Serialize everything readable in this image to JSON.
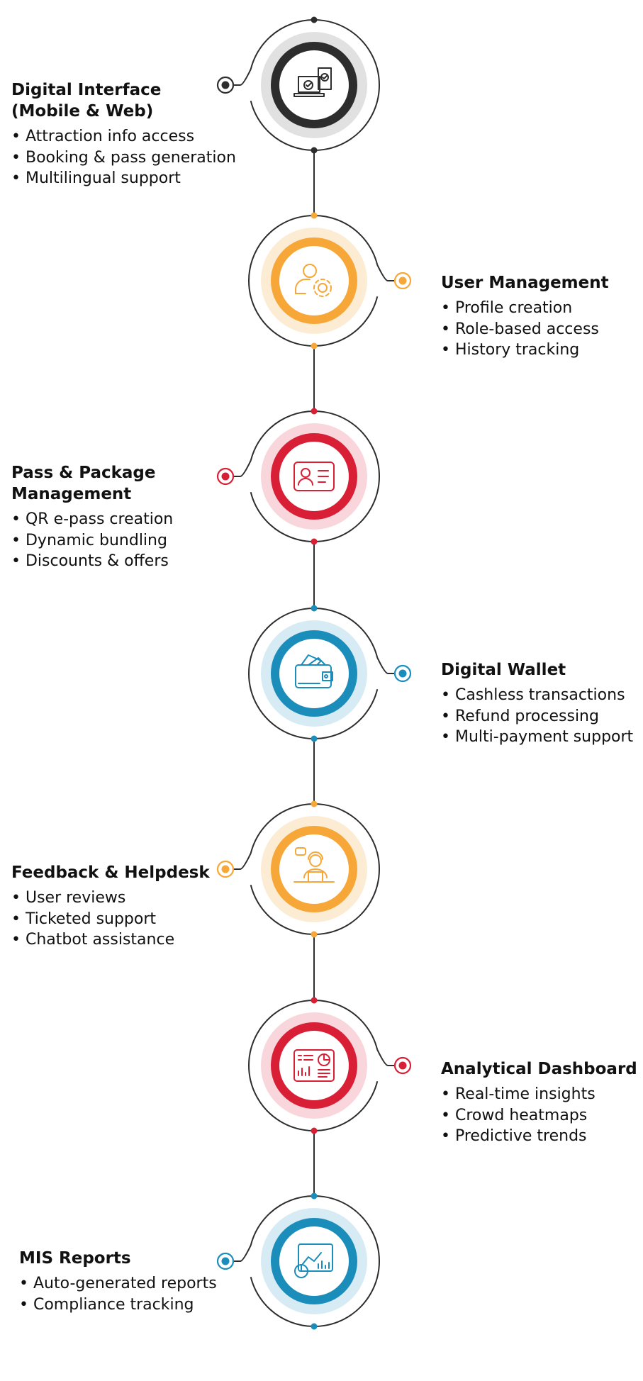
{
  "colors": {
    "dark": "#2d2d2d",
    "orange": "#f6a737",
    "red": "#d81f35",
    "blue": "#1b8dbb",
    "line": "#2d2d2d"
  },
  "steps": [
    {
      "title": "Digital Interface (Mobile & Web)",
      "title_lines": [
        "Digital Interface",
        "(Mobile & Web)"
      ],
      "items": [
        "Attraction info access",
        "Booking & pass generation",
        "Multilingual support"
      ],
      "color": "dark",
      "ring_color": "#e1e1e1",
      "icon": "devices-check-icon"
    },
    {
      "title": "User Management",
      "title_lines": [
        "User Management"
      ],
      "items": [
        "Profile creation",
        "Role-based access",
        "History tracking"
      ],
      "color": "orange",
      "ring_color": "#fdecd4",
      "icon": "user-settings-icon"
    },
    {
      "title": "Pass & Package Management",
      "title_lines": [
        "Pass & Package",
        "Management"
      ],
      "items": [
        "QR e-pass creation",
        "Dynamic bundling",
        "Discounts & offers"
      ],
      "color": "red",
      "ring_color": "#f8d6db",
      "icon": "id-card-icon"
    },
    {
      "title": "Digital Wallet",
      "title_lines": [
        "Digital Wallet"
      ],
      "items": [
        "Cashless transactions",
        "Refund processing",
        "Multi-payment support"
      ],
      "color": "blue",
      "ring_color": "#d7ebf4",
      "icon": "wallet-icon"
    },
    {
      "title": "Feedback & Helpdesk",
      "title_lines": [
        "Feedback & Helpdesk"
      ],
      "items": [
        "User reviews",
        "Ticketed support",
        "Chatbot assistance"
      ],
      "color": "orange",
      "ring_color": "#fdecd4",
      "icon": "helpdesk-agent-icon"
    },
    {
      "title": "Analytical Dashboard",
      "title_lines": [
        "Analytical Dashboard"
      ],
      "items": [
        "Real-time insights",
        "Crowd heatmaps",
        "Predictive trends"
      ],
      "color": "red",
      "ring_color": "#f8d6db",
      "icon": "dashboard-icon"
    },
    {
      "title": "MIS Reports",
      "title_lines": [
        "MIS Reports"
      ],
      "items": [
        "Auto-generated reports",
        "Compliance tracking"
      ],
      "color": "blue",
      "ring_color": "#d7ebf4",
      "icon": "report-chart-icon"
    }
  ]
}
